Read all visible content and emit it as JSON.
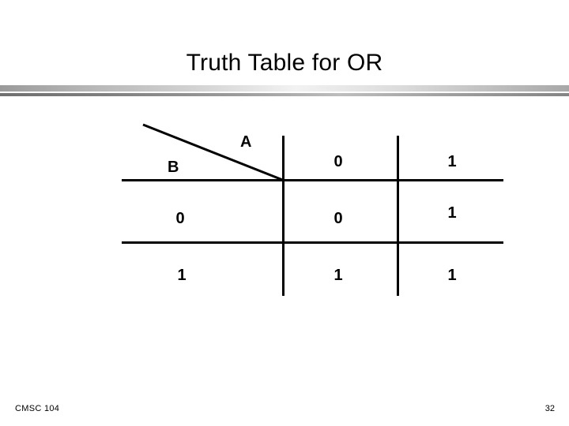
{
  "slide": {
    "title": "Truth Table for OR",
    "background_color": "#ffffff",
    "text_color": "#000000"
  },
  "divider": {
    "light_band_color": "#d2d2d2",
    "dark_band_color": "#8c8c8c"
  },
  "table": {
    "corner": {
      "column_header_label": "A",
      "row_header_label": "B"
    },
    "column_values": [
      "0",
      "1"
    ],
    "rows": [
      {
        "row_label": "0",
        "cells": [
          "0",
          "1"
        ]
      },
      {
        "row_label": "1",
        "cells": [
          "1",
          "1"
        ]
      }
    ],
    "line_color": "#000000"
  },
  "chart_data": {
    "type": "table",
    "title": "Truth Table for OR",
    "xlabel": "A",
    "ylabel": "B",
    "categories": [
      "0",
      "1"
    ],
    "series": [
      {
        "name": "B = 0",
        "values": [
          "0",
          "1"
        ]
      },
      {
        "name": "B = 1",
        "values": [
          "1",
          "1"
        ]
      }
    ]
  },
  "footer": {
    "course": "CMSC 104",
    "page_number": "32"
  }
}
